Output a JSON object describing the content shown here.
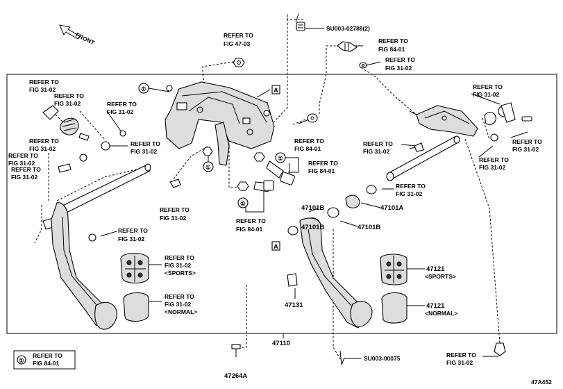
{
  "front_label": "FRONT",
  "legend": {
    "symbol": "①",
    "line1": "REFER TO",
    "line2": "FIG 84-01"
  },
  "symbols": {
    "circle_one": "①",
    "box_a": "A"
  },
  "refs": {
    "r_47_03": {
      "line1": "REFER TO",
      "line2": "FIG 47-03"
    },
    "r_84_01_top": {
      "line1": "REFER TO",
      "line2": "FIG 84-01"
    },
    "r_31_02_top": {
      "line1": "REFER TO",
      "line2": "FIG 31-02"
    },
    "r_31_02_left1": {
      "line1": "REFER TO",
      "line2": "FIG 31-02"
    },
    "r_31_02_left2": {
      "line1": "REFER TO",
      "line2": "FIG 31-02"
    },
    "r_31_02_left3": {
      "line1": "REFER TO",
      "line2": "FIG 31-02"
    },
    "r_31_02_left4": {
      "line1": "REFER TO",
      "line2": "FIG 31-02"
    },
    "r_31_02_left5": {
      "line1": "REFER TO",
      "line2": "FIG 31-02"
    },
    "r_31_02_left6": {
      "line1": "REFER TO",
      "line2": "FIG 31-02"
    },
    "r_31_02_left7": {
      "line1": "REFER TO",
      "line2": "FIG 31-02"
    },
    "r_31_02_center": {
      "line1": "REFER TO",
      "line2": "FIG 31-02"
    },
    "r_31_02_lpedal": {
      "line1": "REFER TO",
      "line2": "FIG 31-02"
    },
    "r_84_01_c1": {
      "line1": "REFER TO",
      "line2": "FIG 84-01"
    },
    "r_84_01_c2": {
      "line1": "REFER TO",
      "line2": "FIG 84-01"
    },
    "r_84_01_c3": {
      "line1": "REFER TO",
      "line2": "FIG 84-01"
    },
    "r_31_02_r1": {
      "line1": "REFER TO",
      "line2": "FIG 31-02"
    },
    "r_31_02_r2": {
      "line1": "REFER TO",
      "line2": "FIG 31-02"
    },
    "r_31_02_r3": {
      "line1": "REFER TO",
      "line2": "FIG 31-02"
    },
    "r_31_02_r4": {
      "line1": "REFER TO",
      "line2": "FIG 31-02"
    },
    "r_31_02_r5": {
      "line1": "REFER TO",
      "line2": "FIG 31-02"
    },
    "r_31_02_bottom": {
      "line1": "REFER TO",
      "line2": "FIG 31-02"
    },
    "pad_sports": {
      "line1": "REFER TO",
      "line2": "FIG 31-02",
      "line3": "<SPORTS>"
    },
    "pad_normal": {
      "line1": "REFER TO",
      "line2": "FIG 31-02",
      "line3": "<NORMAL>"
    }
  },
  "parts": {
    "su_02788": "SU003-02788(2)",
    "su_00075": "SU003-00075",
    "p47101b_1": "47101B",
    "p47101b_2": "47101B",
    "p47101a": "47101A",
    "p47131": "47131",
    "p47110": "47110",
    "p47264a": "47264A",
    "p47121_sports": {
      "num": "47121",
      "note": "<SPORTS>"
    },
    "p47121_normal": {
      "num": "47121",
      "note": "<NORMAL>"
    }
  },
  "diagram_id": "47A452"
}
